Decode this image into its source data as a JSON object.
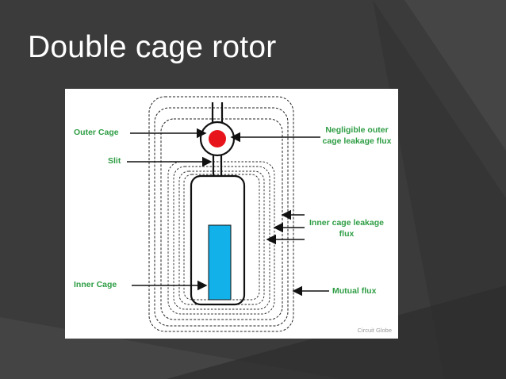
{
  "slide": {
    "title": "Double cage rotor"
  },
  "diagram": {
    "labels": {
      "outer_cage": "Outer Cage",
      "slit": "Slit",
      "inner_cage": "Inner Cage",
      "negligible_outer_line1": "Negligible outer",
      "negligible_outer_line2": "cage leakage flux",
      "inner_leakage_line1": "Inner cage leakage",
      "inner_leakage_line2": "flux",
      "mutual_flux": "Mutual flux"
    },
    "credit": "Circuit Globe",
    "colors": {
      "label_green": "#2e9d44",
      "outer_cage_red": "#e8141b",
      "inner_cage_blue": "#12b1ea",
      "background": "#3b3b3b"
    }
  }
}
